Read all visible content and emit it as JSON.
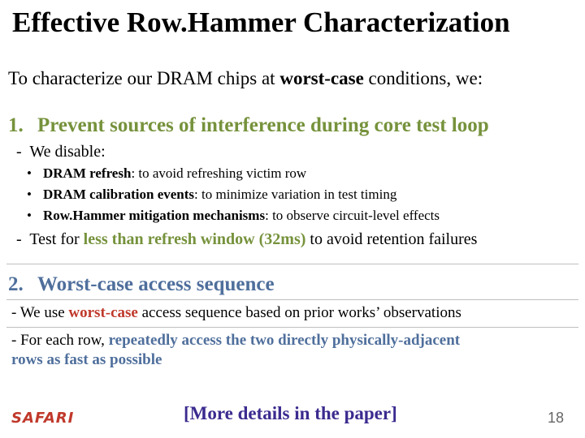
{
  "title": "Effective Row.Hammer Characterization",
  "intro": {
    "prefix": "To characterize our DRAM chips at ",
    "emph": "worst-case",
    "suffix": " conditions, we:"
  },
  "section1": {
    "number": "1.",
    "heading": "Prevent sources of interference during core test loop",
    "sub1": "We disable:",
    "bullets": [
      {
        "term": "DRAM refresh",
        "desc": ": to avoid refreshing victim row"
      },
      {
        "term": "DRAM calibration events",
        "desc": ": to minimize variation in test timing"
      },
      {
        "term": "Row.Hammer mitigation mechanisms",
        "desc": ": to observe circuit-level effects"
      }
    ],
    "sub2_prefix": "Test for ",
    "sub2_emph": "less than refresh window (32ms)",
    "sub2_suffix": " to avoid retention failures"
  },
  "section2": {
    "number": "2.",
    "heading": "Worst-case access sequence",
    "line1_prefix": "- We use ",
    "line1_emph": "worst-case",
    "line1_suffix": " access sequence based on prior works’ observations",
    "line2_prefix": "- For each row, ",
    "line2_emph1": "repeatedly access the two directly physically-adjacent",
    "line2_emph2": "rows as fast as possible"
  },
  "footer": {
    "logo": "SAFARI",
    "more": "[More details in the paper]",
    "page": "18"
  }
}
